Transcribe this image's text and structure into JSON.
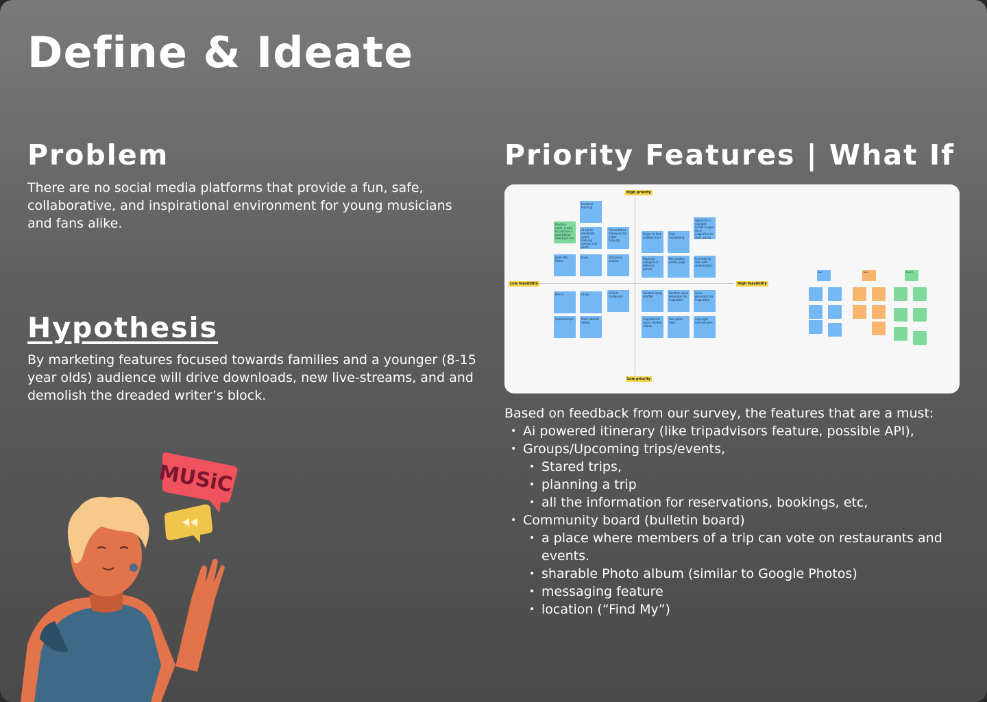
{
  "page_title": "Define & Ideate",
  "problem": {
    "title": "Problem",
    "text": "There are no social media platforms that provide a fun, safe, collaborative, and inspirational environment for young musicians and fans alike."
  },
  "hypothesis": {
    "title": "Hypothesis",
    "text": "By marketing features focused towards families and a younger (8-15 year olds) audience will drive downloads, new live-streams, and and demolish the dreaded writer’s block."
  },
  "priority": {
    "title": "Priority Features | What If",
    "board": {
      "axis_labels": {
        "top": "High priority",
        "bottom": "Low priority",
        "left": "Low feasibility",
        "right": "High feasibility"
      },
      "stickies": [
        {
          "text": "Lessons/ learning",
          "color": "blue"
        },
        {
          "text": "Practice room, a way to practice a post before making it live",
          "color": "green"
        },
        {
          "text": "AI bot to moderate cyber bullying speech and posts",
          "color": "blue"
        },
        {
          "text": "Preventative measures for cyber bullying",
          "color": "blue"
        },
        {
          "text": "Swipe to find collaborators",
          "color": "blue"
        },
        {
          "text": "Find networking",
          "color": "blue"
        },
        {
          "text": "Appeal to a younger artists to give them inspiration to start young",
          "color": "blue"
        },
        {
          "text": "Open Mic Room",
          "color": "blue"
        },
        {
          "text": "Lives",
          "color": "blue"
        },
        {
          "text": "Discovery section",
          "color": "blue"
        },
        {
          "text": "Separate categories/ different genres",
          "color": "blue"
        },
        {
          "text": "Bio section/ profile page",
          "color": "blue"
        },
        {
          "text": "Fun tools to deal with writers block",
          "color": "blue"
        },
        {
          "text": "Merch",
          "color": "blue"
        },
        {
          "text": "AI bot",
          "color": "blue"
        },
        {
          "text": "Skilled moderator",
          "color": "blue"
        },
        {
          "text": "Random song shuffler",
          "color": "blue"
        },
        {
          "text": "Random word generator for inspiration",
          "color": "blue"
        },
        {
          "text": "lyrics generator for inspiration",
          "color": "blue"
        },
        {
          "text": "Sponsorships",
          "color": "blue"
        },
        {
          "text": "Ideal tutorial videos",
          "color": "blue"
        },
        {
          "text": "Inspirational music related videos",
          "color": "blue"
        },
        {
          "text": "free guitar tabs",
          "color": "blue"
        },
        {
          "text": "copyright free samples",
          "color": "blue"
        }
      ],
      "columns": [
        "Idea",
        "I wish",
        "What If"
      ]
    }
  },
  "features": {
    "intro": "Based on feedback from our survey, the features that are a must:",
    "items": [
      {
        "text": "Ai powered itinerary (like tripadvisors feature, possible API),",
        "level": 1
      },
      {
        "text": "Groups/Upcoming trips/events,",
        "level": 1
      },
      {
        "text": "Stared trips,",
        "level": 2
      },
      {
        "text": "planning a trip",
        "level": 2
      },
      {
        "text": "all the information for reservations, bookings, etc,",
        "level": 2
      },
      {
        "text": "Community board (bulletin board)",
        "level": 1
      },
      {
        "text": "a place where members of a trip  can vote on restaurants and events.",
        "level": 2
      },
      {
        "text": "sharable Photo album (similar to Google Photos)",
        "level": 2
      },
      {
        "text": "messaging feature",
        "level": 2
      },
      {
        "text": "location (“Find My”)",
        "level": 2
      }
    ]
  },
  "illustration": {
    "music_bubble_text": "MUSiC",
    "colors": {
      "bubble_red": "#f0525e",
      "bubble_yellow": "#f0c64a",
      "hair": "#f7c98a",
      "skin": "#e2734a",
      "shirt": "#3e6a87"
    }
  }
}
